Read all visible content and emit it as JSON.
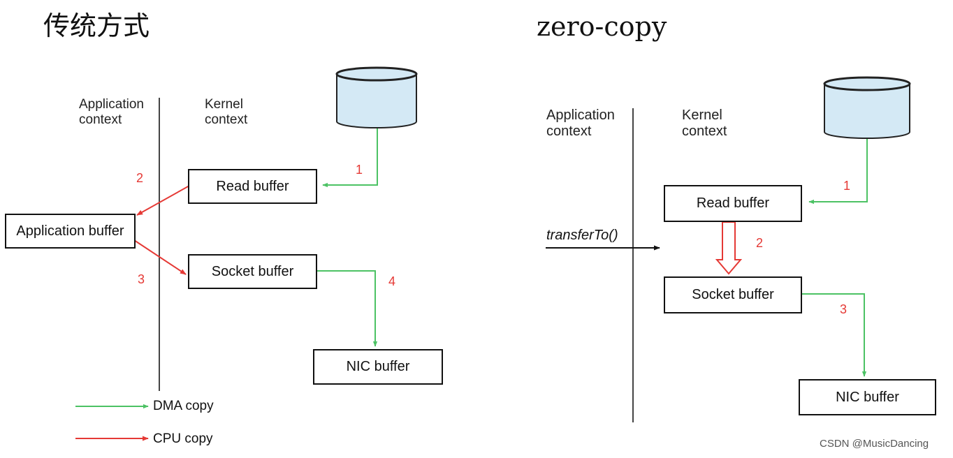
{
  "left": {
    "title": "传统方式",
    "app_context": "Application\ncontext",
    "kernel_context": "Kernel\ncontext",
    "read_buffer": "Read buffer",
    "application_buffer": "Application buffer",
    "socket_buffer": "Socket buffer",
    "nic_buffer": "NIC buffer",
    "steps": [
      "1",
      "2",
      "3",
      "4"
    ]
  },
  "right": {
    "title": "zero-copy",
    "app_context": "Application\ncontext",
    "kernel_context": "Kernel\ncontext",
    "read_buffer": "Read buffer",
    "socket_buffer": "Socket buffer",
    "nic_buffer": "NIC buffer",
    "call": "transferTo()",
    "steps": [
      "1",
      "2",
      "3"
    ]
  },
  "legend": {
    "dma": "DMA copy",
    "cpu": "CPU copy"
  },
  "colors": {
    "dma": "#4cc264",
    "cpu": "#e53935",
    "disk_fill": "#d4e9f5"
  },
  "watermark": "CSDN @MusicDancing"
}
